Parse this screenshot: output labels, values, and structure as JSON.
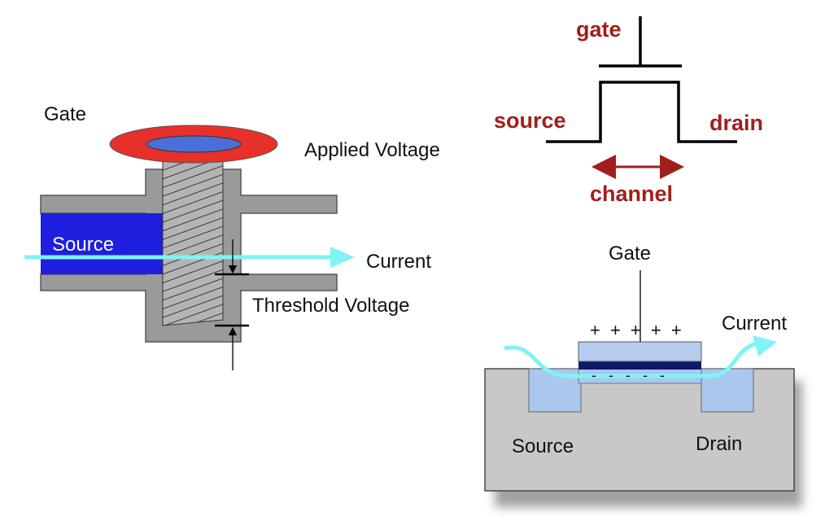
{
  "water_analogy": {
    "gate": "Gate",
    "applied_voltage": "Applied Voltage",
    "source": "Source",
    "current": "Current",
    "threshold_voltage": "Threshold Voltage"
  },
  "symbol": {
    "gate": "gate",
    "source": "source",
    "drain": "drain",
    "channel": "channel"
  },
  "cross_section": {
    "gate": "Gate",
    "current": "Current",
    "source": "Source",
    "drain": "Drain",
    "gate_charges": "+ + + + +",
    "channel_charges": "- - - - -"
  },
  "colors": {
    "gate_ring_red": "#e8302a",
    "gate_ring_blue": "#4a6fd6",
    "source_blue": "#1f1fe0",
    "body_grey": "#9a9a9a",
    "current_cyan": "#7ff3f6",
    "label_red": "#a01f1c",
    "substrate_grey": "#c8c8c8",
    "well_blue": "#aac8ee",
    "oxide_navy": "#10186a"
  }
}
